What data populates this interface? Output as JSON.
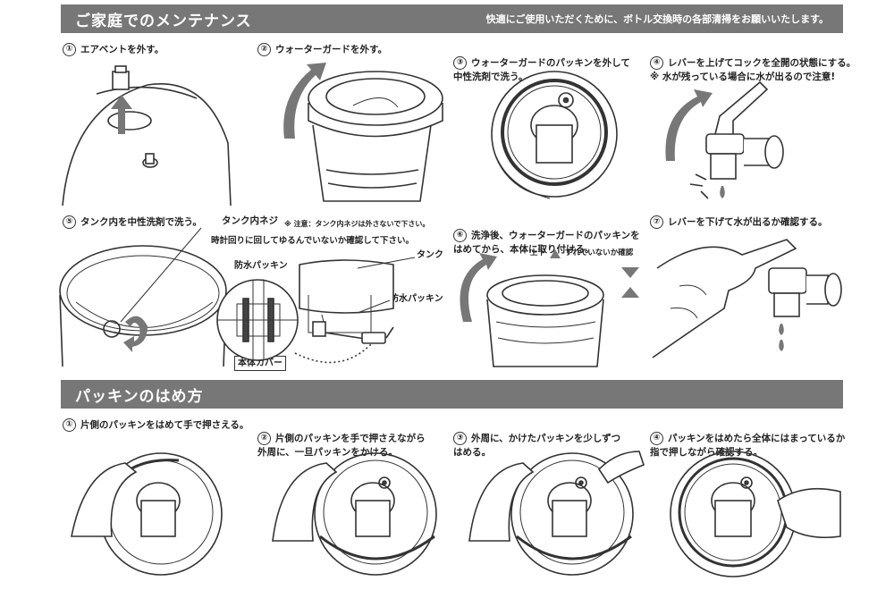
{
  "section1": {
    "title": "ご家庭でのメンテナンス",
    "subtitle": "快適にご使用いただくために、ボトル交換時の各部清掃をお願いいたします。"
  },
  "maintenance_steps": [
    {
      "num": "①",
      "text": "エアベントを外す。"
    },
    {
      "num": "②",
      "text": "ウォーターガードを外す。"
    },
    {
      "num": "③",
      "text": "ウォーターガードのパッキンを外して\n中性洗剤で洗う。"
    },
    {
      "num": "④",
      "text": "レバーを上げてコックを全開の状態にする。\n※ 水が残っている場合に水が出るので注意!"
    },
    {
      "num": "⑤",
      "text": "タンク内を中性洗剤で洗う。"
    },
    {
      "num": "⑥",
      "text": "洗浄後、ウォーターガードのパッキンを\nはめてから、本体に取り付ける。"
    },
    {
      "num": "⑦",
      "text": "レバーを下げて水が出るか確認する。"
    }
  ],
  "callouts": {
    "tank_screw": "タンク内ネジ",
    "screw_note": "※ 注意：タンク内ネジは外さないで下さい。",
    "screw_instruction": "時計回りに回してゆるんでいないか確認して下さい。",
    "waterproof_packing_1": "防水パッキン",
    "tank": "タンク",
    "waterproof_packing_2": "防水パッキン",
    "body_cover": "本体カバー",
    "align_check": "上下",
    "align_check_2": "ずれていないか確認"
  },
  "section2": {
    "title": "パッキンのはめ方"
  },
  "packing_steps": [
    {
      "num": "①",
      "text": "片側のパッキンをはめて手で押さえる。"
    },
    {
      "num": "②",
      "text": "片側のパッキンを手で押さえながら\n外周に、一旦パッキンをかける。"
    },
    {
      "num": "③",
      "text": "外周に、かけたパッキンを少しずつ\nはめる。"
    },
    {
      "num": "④",
      "text": "パッキンをはめたら全体にはまっているか\n指で押しながら確認する。"
    }
  ]
}
